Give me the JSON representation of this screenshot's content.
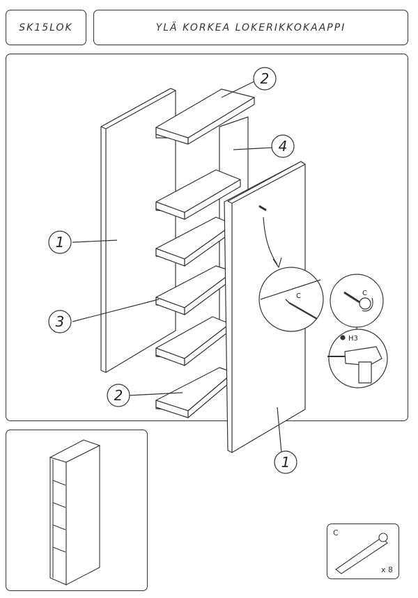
{
  "header": {
    "model_code": "SK15LOK",
    "title": "YLÄ KORKEA LOKERIKKOKAAPPI"
  },
  "assembly": {
    "part_numbers": [
      "1",
      "2",
      "3",
      "4"
    ],
    "callout_label_left": "1",
    "callout_label_right": "1",
    "callout_label_top_shelf": "2",
    "callout_label_bottom_shelf": "2",
    "callout_label_middle_shelf": "3",
    "callout_label_back": "4",
    "fastener_code": "C",
    "tool_bit": "H3"
  },
  "hardware": {
    "code": "C",
    "quantity": "x 8"
  },
  "colors": {
    "line": "#333333",
    "paper": "#ffffff"
  }
}
